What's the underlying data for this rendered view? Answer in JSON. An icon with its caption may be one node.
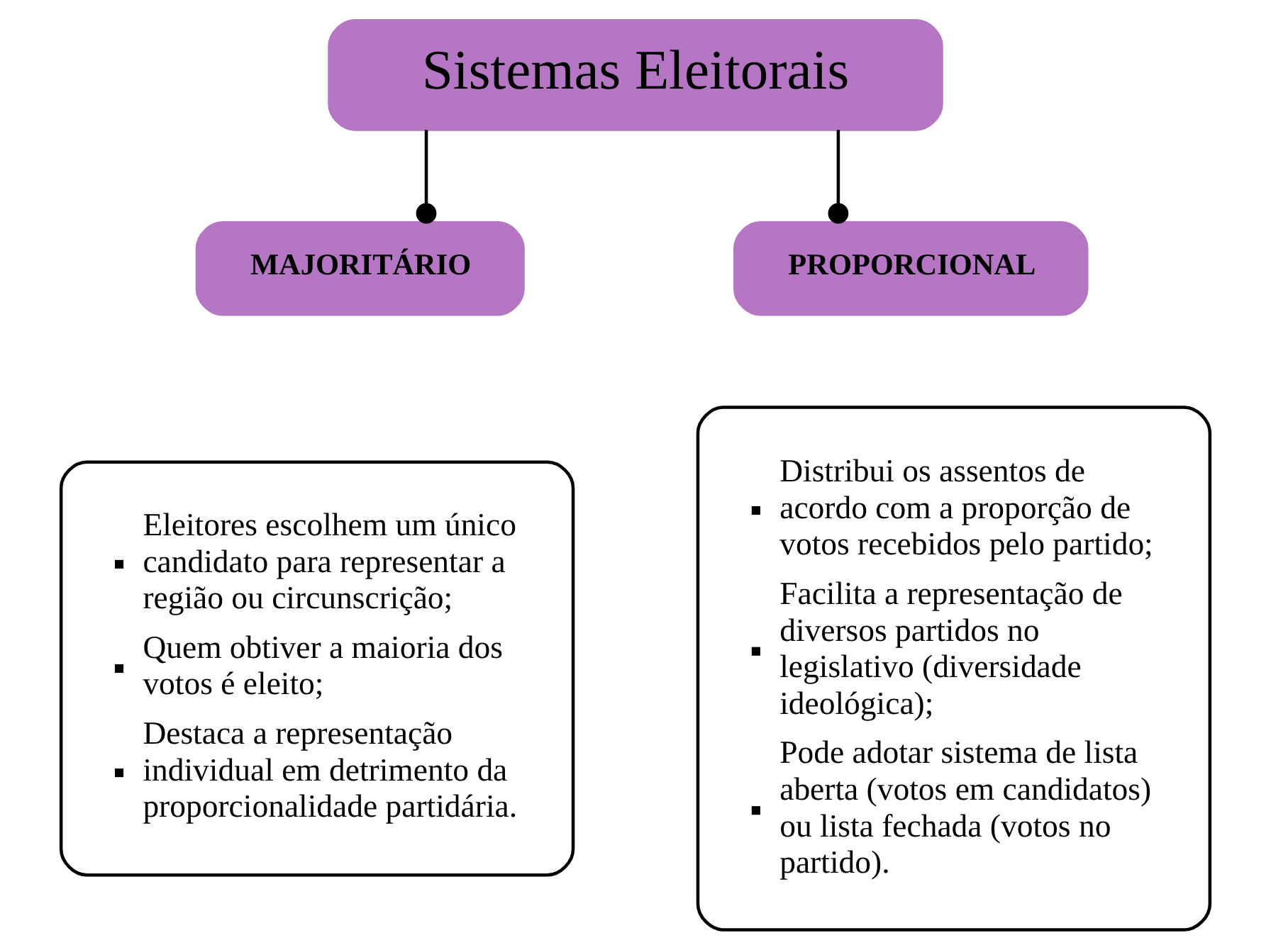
{
  "diagram": {
    "nodes": [
      {
        "text": [
          "Sistemas Eleitorais"
        ]
      },
      {
        "text": [
          "MAJORITÁRIO"
        ]
      },
      {
        "text": [
          "Eleitores escolhem um único candidato para representar a região ou circunscrição;",
          "Quem obtiver a maioria dos votos é eleito;",
          "Destaca a representação individual em detrimento da proporcionalidade partidária."
        ]
      },
      {
        "text": [
          "PROPORCIONAL"
        ]
      },
      {
        "text": [
          "Distribui os assentos de acordo com a proporção de votos recebidos pelo partido;",
          "Facilita a representação de diversos partidos no legislativo (diversidade ideológica);",
          "Pode adotar sistema de lista aberta (votos em candidatos) ou lista fechada (votos no partido)."
        ]
      }
    ],
    "edges": [
      {
        "from": 0,
        "to": 1,
        "arrow": "other"
      },
      {
        "from": 0,
        "to": 3,
        "arrow": "other"
      }
    ]
  }
}
